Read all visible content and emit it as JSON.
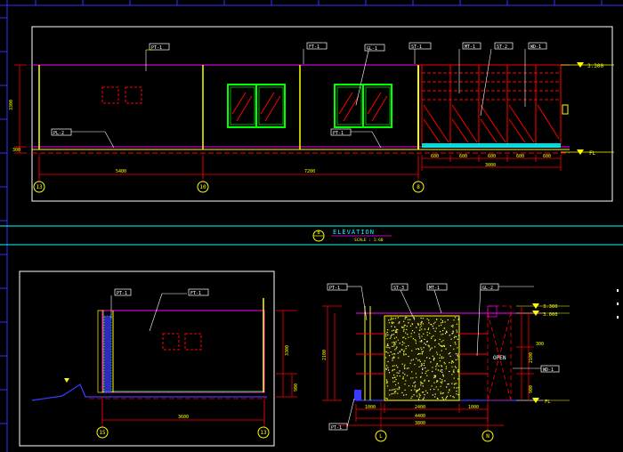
{
  "colors": {
    "background": "#000000",
    "frame": "#ffffff",
    "wall": "#ff00ff",
    "structure": "#ffff00",
    "window": "#00ff00",
    "dimension": "#ff0000",
    "leader": "#ffffff",
    "ground": "#0000ff",
    "planter": "#00ffff",
    "accent": "#ff0000"
  },
  "section_title": {
    "marker": "B",
    "title": "ELEVATION",
    "scale": "SCALE : 1:60"
  },
  "top_elevation": {
    "grid_labels": [
      "13",
      "10",
      "8"
    ],
    "bottom_dims": [
      "5400",
      "7200"
    ],
    "right_dims": [
      "600",
      "600",
      "600",
      "600",
      "600"
    ],
    "right_total": "3000",
    "level_labels": [
      "3.300",
      "FL"
    ],
    "left_dims": [
      "3300",
      "300"
    ],
    "tags": [
      "PT-1",
      "FT-1",
      "GL-1",
      "ST-1",
      "MT-1",
      "ST-2",
      "WD-1",
      "PL-2"
    ]
  },
  "bottom_left_elevation": {
    "grid_labels": [
      "15",
      "13"
    ],
    "bottom_dim": "3600",
    "right_dims": [
      "3300",
      "900"
    ],
    "tags": [
      "PT-1",
      "FT-1"
    ]
  },
  "bottom_right_elevation": {
    "grid_labels": [
      "L",
      "N"
    ],
    "level_labels": [
      "3.300",
      "3.000",
      "FL"
    ],
    "open_label": "OPEN",
    "bottom_dims": [
      "1000",
      "2400",
      "1000"
    ],
    "bottom_total": "4400",
    "bottom_total_2": "3800",
    "right_dims": [
      "300",
      "2100",
      "900"
    ],
    "tags": [
      "PT-1",
      "ST-3",
      "MT-1",
      "GL-2",
      "WD-1"
    ]
  }
}
